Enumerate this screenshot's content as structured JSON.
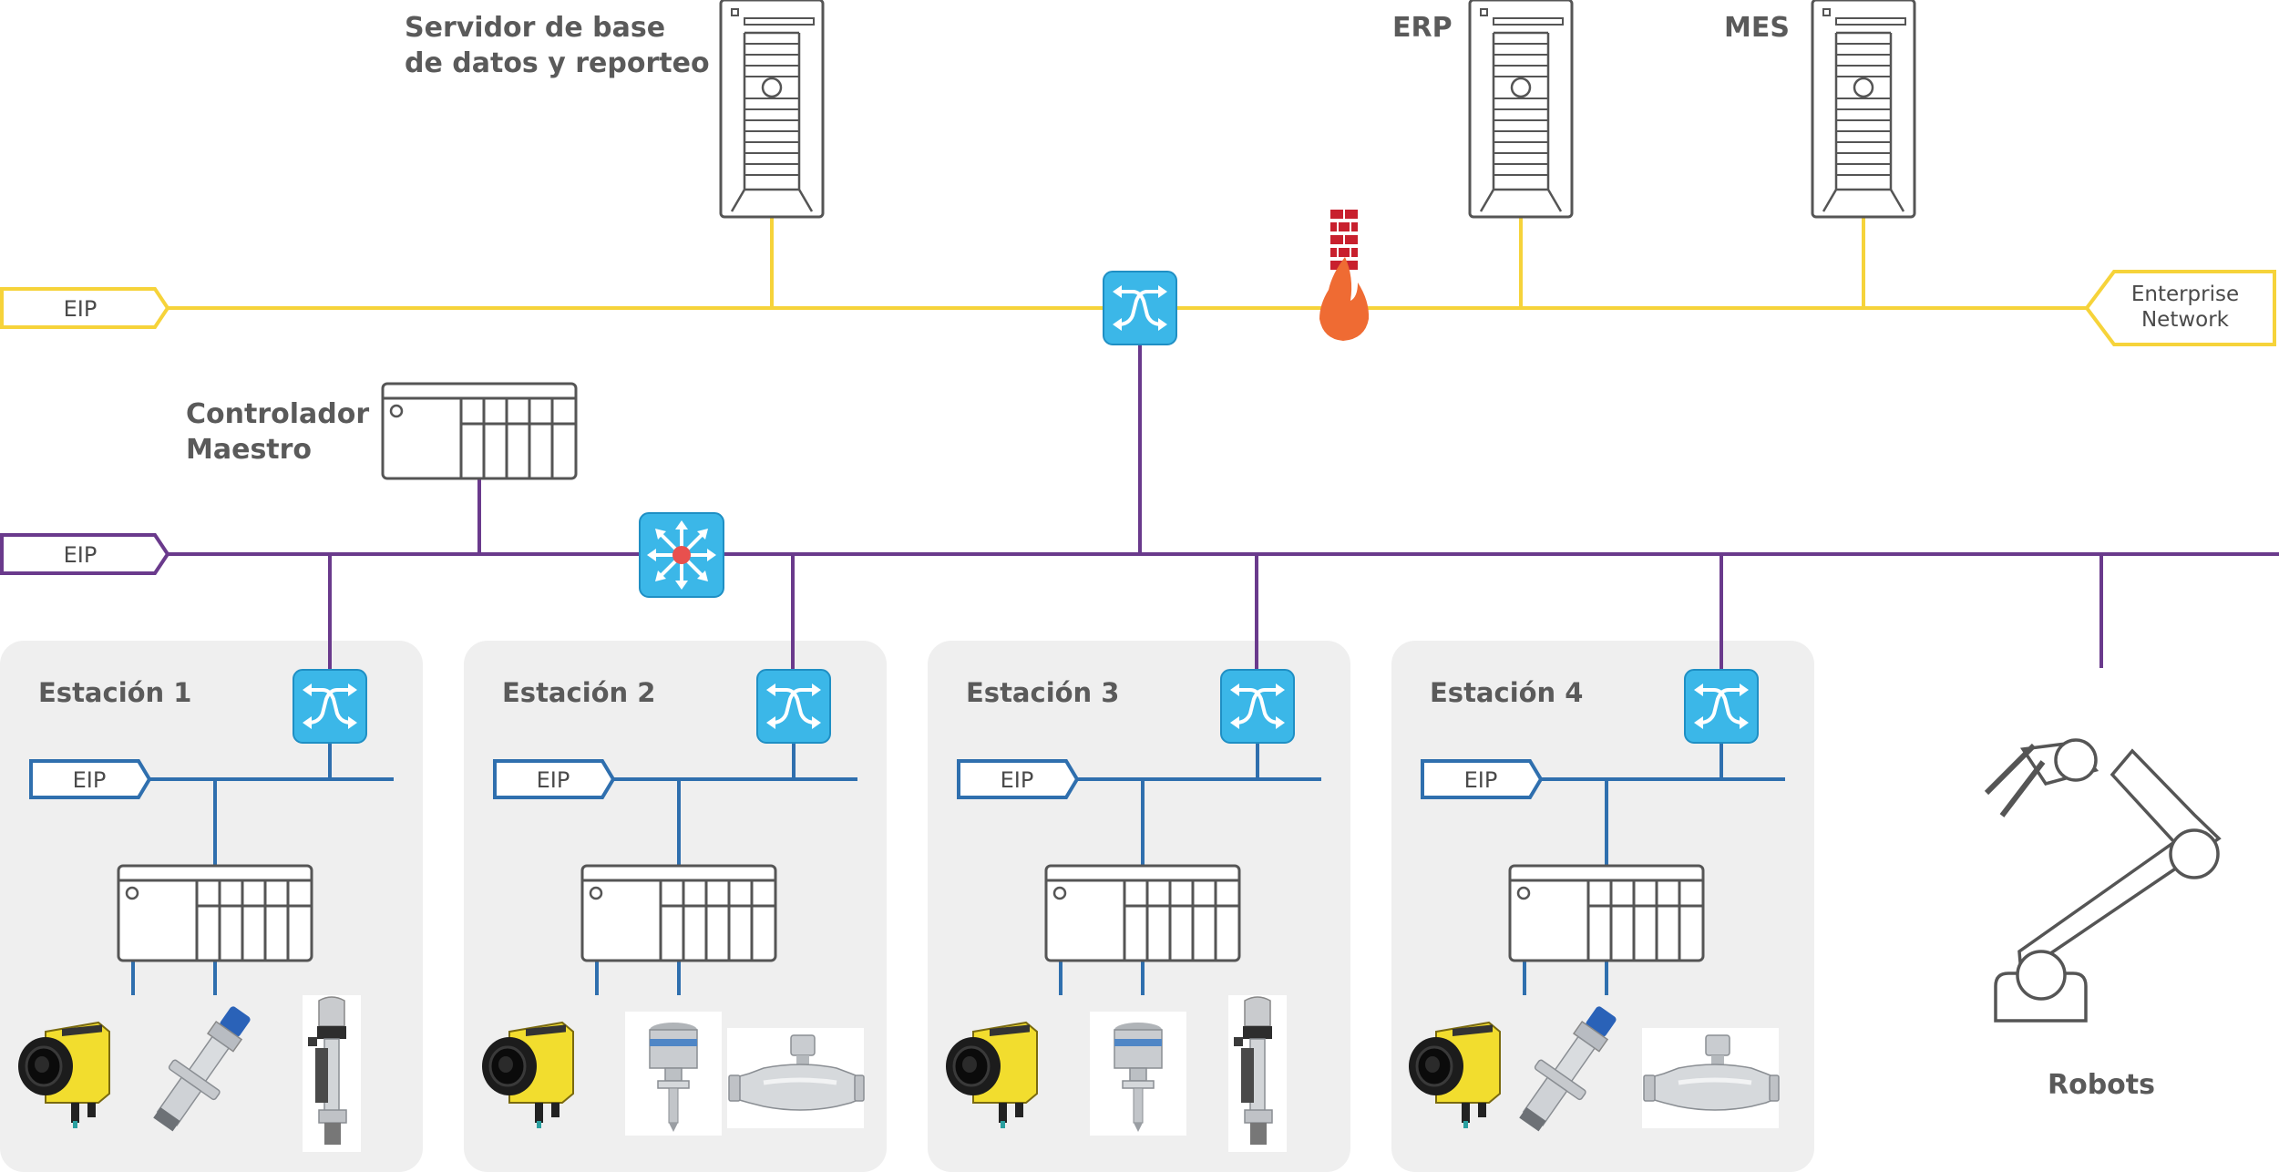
{
  "labels": {
    "db_server": [
      "Servidor de base",
      "de datos y reporteo"
    ],
    "erp": "ERP",
    "mes": "MES",
    "master_controller": [
      "Controlador",
      "Maestro"
    ],
    "robots": "Robots",
    "enterprise_network": [
      "Enterprise",
      "Network"
    ],
    "eip": "EIP"
  },
  "stations": [
    {
      "name": "Estación 1",
      "devices": [
        "camera",
        "sensor-flange",
        "level-sensor"
      ]
    },
    {
      "name": "Estación 2",
      "devices": [
        "camera",
        "transmitter",
        "flowmeter"
      ]
    },
    {
      "name": "Estación 3",
      "devices": [
        "camera",
        "transmitter",
        "level-sensor"
      ]
    },
    {
      "name": "Estación 4",
      "devices": [
        "camera",
        "sensor-flange",
        "flowmeter"
      ]
    }
  ],
  "colors": {
    "enterprise_line": "#f6d33a",
    "plant_line": "#6a3a8c",
    "station_line": "#2f6fae",
    "switch_fill": "#3bb7e8",
    "station_bg": "#efefef",
    "equipment_stroke": "#555555",
    "firewall_brick": "#c8202e",
    "firewall_flame": "#ef6b33"
  },
  "icons": {
    "server": "server-tower-icon",
    "switch": "network-switch-icon",
    "core_switch": "core-switch-icon",
    "firewall": "firewall-icon",
    "plc": "plc-controller-icon",
    "robot": "robot-arm-icon"
  }
}
